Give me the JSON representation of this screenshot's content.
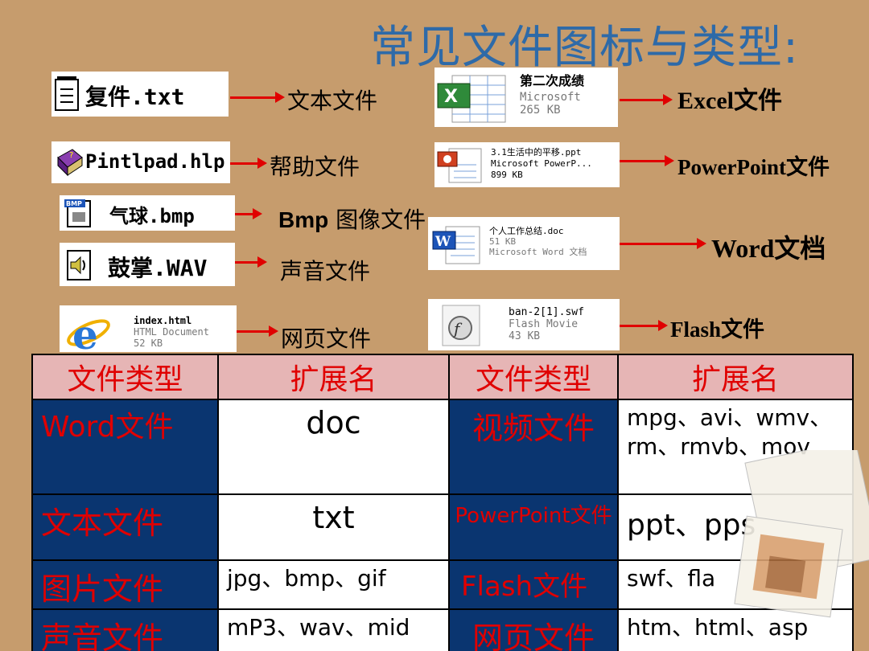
{
  "title": "常见文件图标与类型:",
  "left_files": [
    {
      "name": "复件.txt",
      "label": "文本文件",
      "icon": "notepad-icon"
    },
    {
      "name": "Pintlpad.hlp",
      "label": "帮助文件",
      "icon": "help-book-icon"
    },
    {
      "name": "气球.bmp",
      "label_bold": "Bmp",
      "label": "图像文件",
      "icon": "bitmap-icon"
    },
    {
      "name": "鼓掌.WAV",
      "label": "声音文件",
      "icon": "speaker-icon"
    },
    {
      "name": "index.html",
      "line2": "HTML Document",
      "line3": "52 KB",
      "label": "网页文件",
      "icon": "internet-explorer-icon"
    }
  ],
  "right_files": [
    {
      "line1": "第二次成绩",
      "line2": "Microsoft",
      "line3": "265 KB",
      "label": "Excel文件",
      "icon": "excel-icon"
    },
    {
      "line1": "3.1生活中的平移.ppt",
      "line2": "Microsoft PowerP...",
      "line3": "899 KB",
      "label": "PowerPoint文件",
      "icon": "powerpoint-icon"
    },
    {
      "line1": "个人工作总结.doc",
      "line2": "51 KB",
      "line3": "Microsoft Word 文档",
      "label": "Word文档",
      "icon": "word-icon"
    },
    {
      "line1": "ban-2[1].swf",
      "line2": "Flash Movie",
      "line3": "43 KB",
      "label": "Flash文件",
      "icon": "flash-icon"
    }
  ],
  "table": {
    "headers": [
      "文件类型",
      "扩展名",
      "文件类型",
      "扩展名"
    ],
    "rows": [
      {
        "type1": "Word文件",
        "ext1": "doc",
        "type2": "视频文件",
        "ext2": "mpg、avi、wmv、rm、rmvb、mov"
      },
      {
        "type1": "文本文件",
        "ext1": "txt",
        "type2": "PowerPoint文件",
        "ext2": "ppt、pps"
      },
      {
        "type1": "图片文件",
        "ext1": "jpg、bmp、gif",
        "type2": "Flash文件",
        "ext2": "swf、fla"
      },
      {
        "type1": "声音文件",
        "ext1": "mP3、wav、mid",
        "type2": "网页文件",
        "ext2": "htm、html、asp"
      }
    ]
  },
  "colors": {
    "background": "#c69c6d",
    "title": "#2e6aa8",
    "accent_red": "#e00000",
    "table_blue": "#0a3570",
    "header_pink": "#e6b5b5"
  }
}
